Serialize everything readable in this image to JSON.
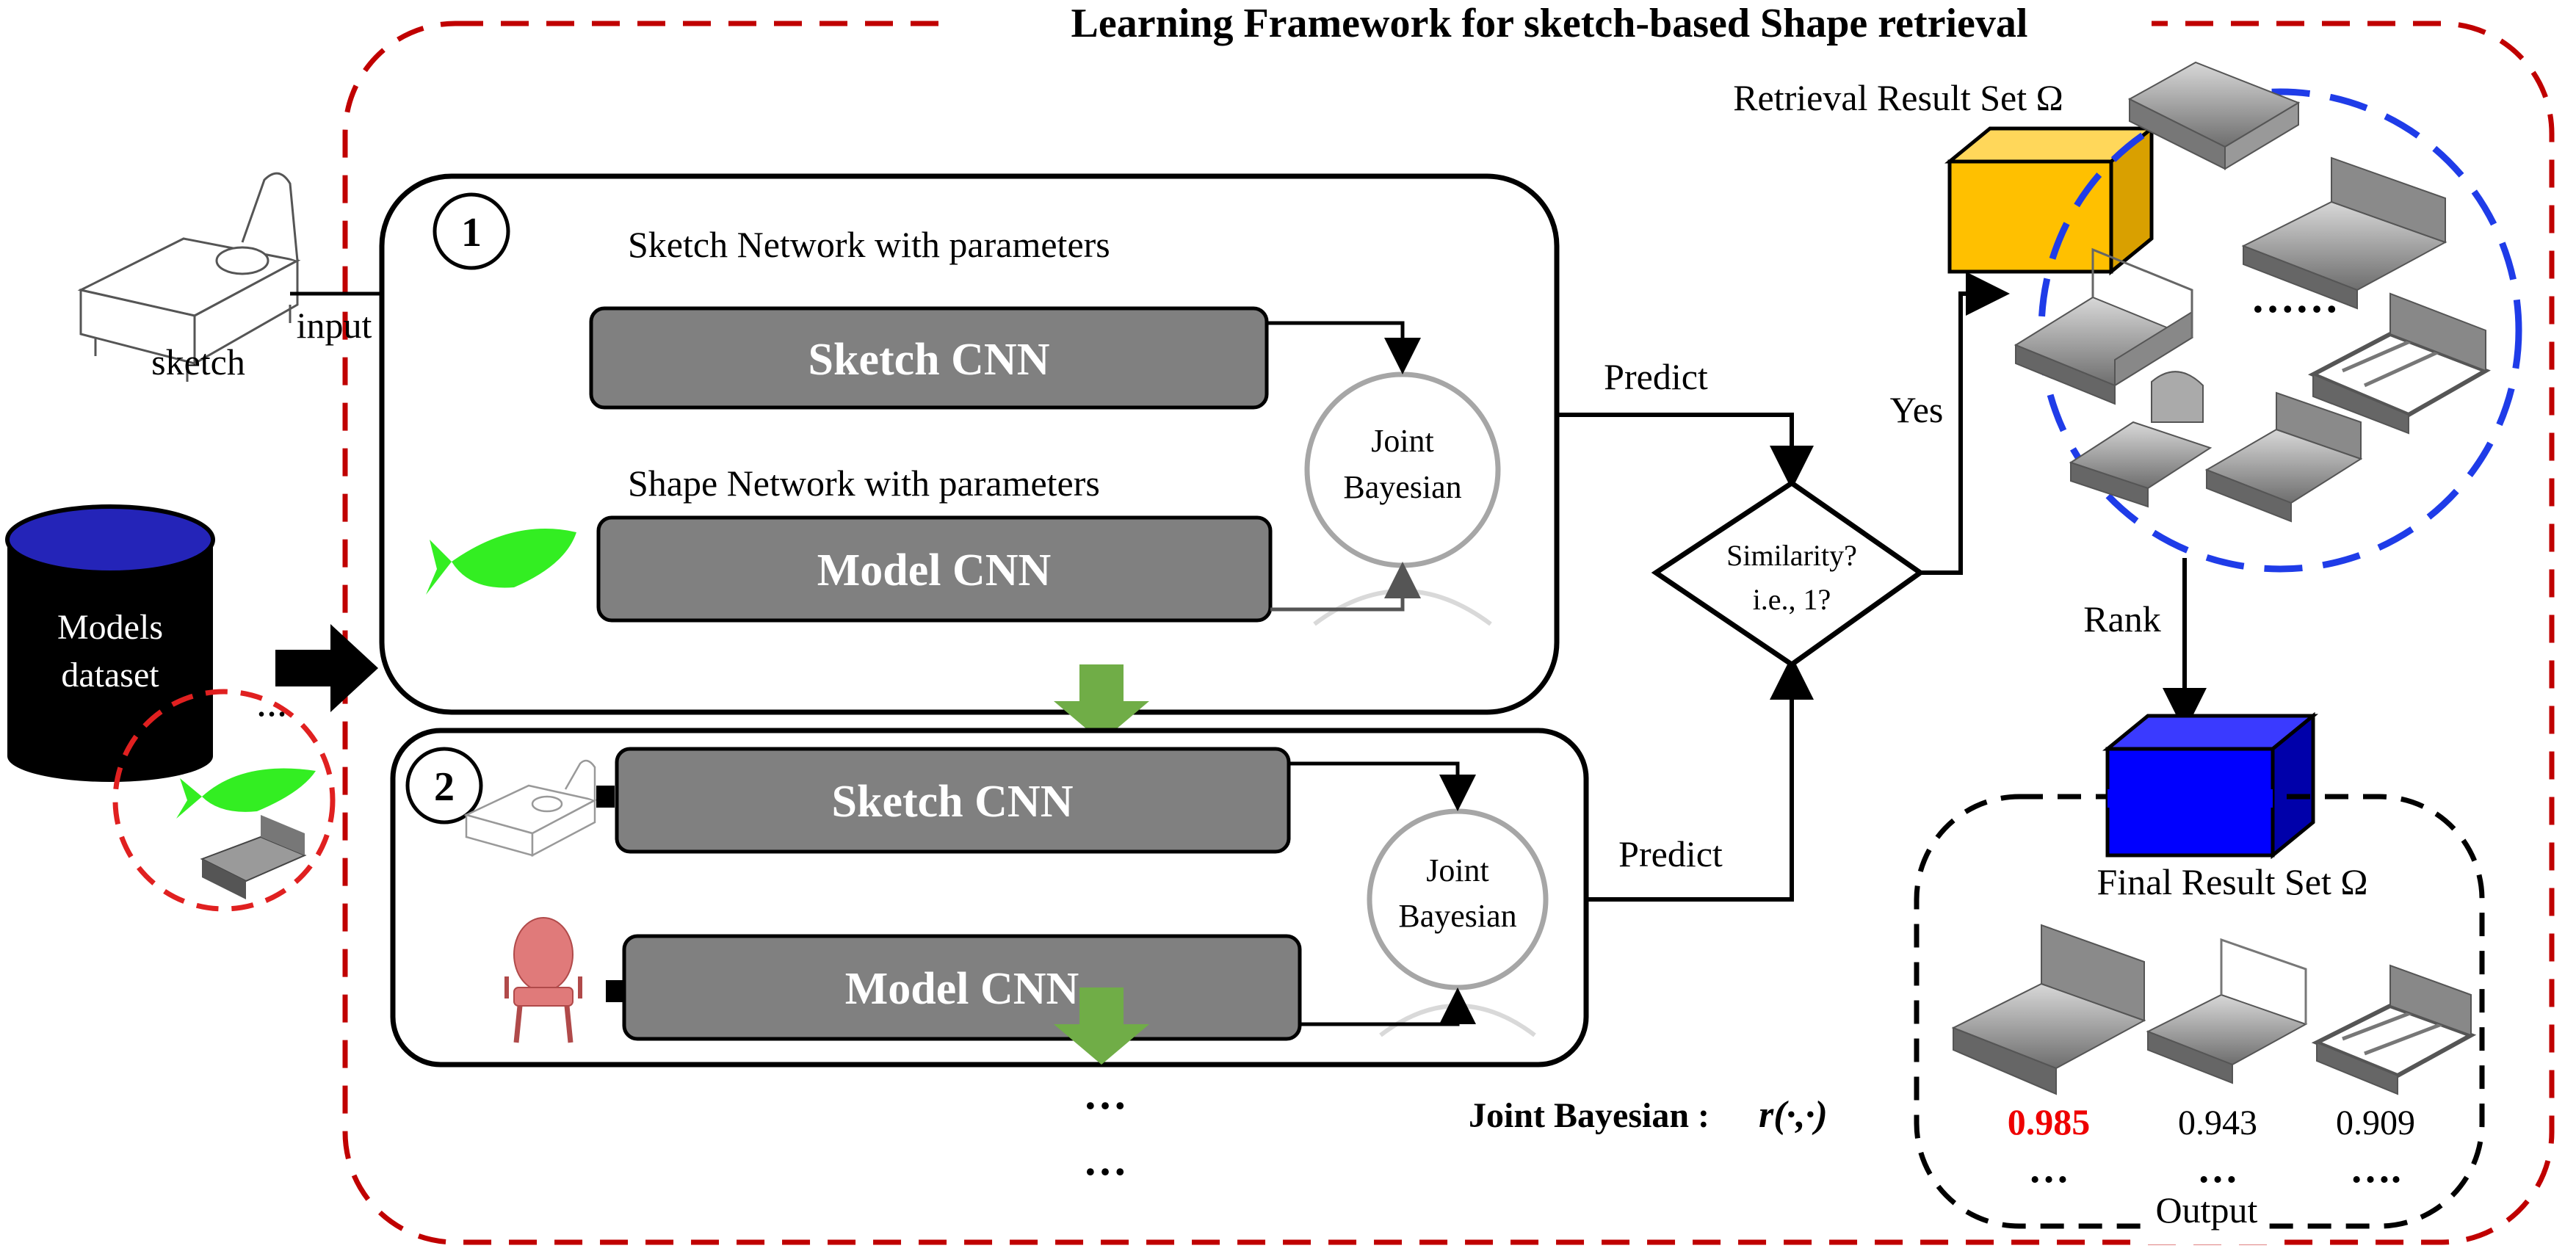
{
  "title": "Learning Framework for sketch-based Shape retrieval",
  "input": {
    "sketch_label": "sketch",
    "input_label": "input"
  },
  "dataset": {
    "label_line1": "Models",
    "label_line2": "dataset",
    "ellipsis": "..."
  },
  "stage1": {
    "number": "1",
    "sketch_net_caption": "Sketch  Network with parameters",
    "sketch_cnn": "Sketch CNN",
    "shape_net_caption": "Shape Network with parameters",
    "model_cnn": "Model CNN",
    "joint_line1": "Joint",
    "joint_line2": "Bayesian"
  },
  "stage2": {
    "number": "2",
    "sketch_cnn": "Sketch CNN",
    "model_cnn": "Model CNN",
    "joint_line1": "Joint",
    "joint_line2": "Bayesian",
    "ellipsis1": "…",
    "ellipsis2": "…"
  },
  "predict1": "Predict",
  "predict2": "Predict",
  "decision": {
    "line1": "Similarity?",
    "line2": "i.e., 1?"
  },
  "yes_label": "Yes",
  "retrieval": {
    "label": "Retrieval  Result Set Ω",
    "ellipsis": "……"
  },
  "rank_label": "Rank",
  "final": {
    "label": "Final Result Set Ω",
    "scores": [
      "0.985",
      "0.943",
      "0.909"
    ],
    "dots": [
      "…",
      "…",
      "…."
    ],
    "output_label": "Output"
  },
  "joint_bayesian_formula": {
    "prefix": "Joint Bayesian :",
    "formula": "r(·,·)"
  },
  "colors": {
    "framework_border": "#c00000",
    "retrieval_circle": "#1f3ce8",
    "retrieval_cube": "#ffc000",
    "final_cube": "#0000ff",
    "cylinder_top": "#2424b8",
    "cnn_box": "#808080",
    "arrow_green": "#70ad47",
    "fish": "#33ee22",
    "chair": "#e07a7a",
    "score_highlight": "#ee0000"
  }
}
